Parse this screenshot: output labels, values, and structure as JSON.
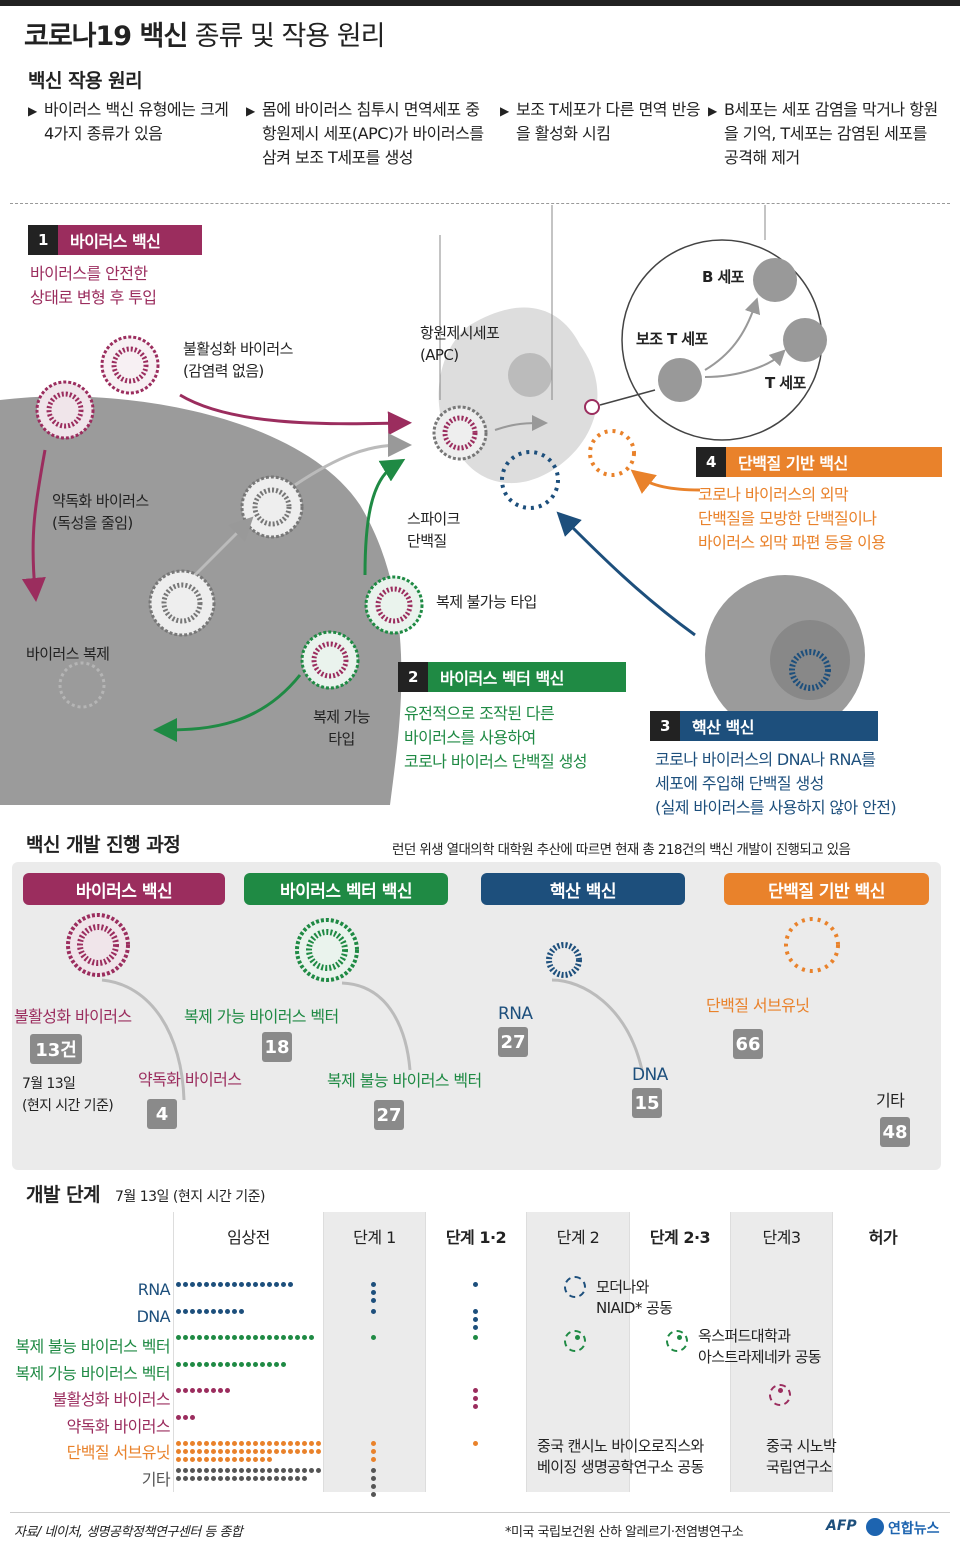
{
  "title_bold": "코로나19 백신",
  "title_rest": "종류 및 작용 원리",
  "principle_heading": "백신 작용 원리",
  "steps": [
    "바이러스 백신 유형에는 크게 4가지 종류가 있음",
    "몸에 바이러스 침투시 면역세포 중 항원제시 세포(APC)가 바이러스를 삼켜 보조 T세포를 생성",
    "보조 T세포가 다른 면역 반응을 활성화 시킴",
    "B세포는 세포 감염을 막거나 항원을 기억, T세포는 감염된 세포를 공격해 제거"
  ],
  "vaccines": [
    {
      "num": "1",
      "name": "바이러스 백신",
      "color": "#9b2d5e",
      "desc": [
        "바이러스를 안전한",
        "상태로 변형 후 투입"
      ]
    },
    {
      "num": "2",
      "name": "바이러스 벡터 백신",
      "color": "#1f8a44",
      "desc": [
        "유전적으로 조작된 다른",
        "바이러스를 사용하여",
        "코로나 바이러스 단백질 생성"
      ]
    },
    {
      "num": "3",
      "name": "핵산 백신",
      "color": "#1d4f7c",
      "desc": [
        "코로나 바이러스의 DNA나 RNA를",
        "세포에 주입해 단백질 생성",
        "(실제 바이러스를 사용하지 않아 안전)"
      ]
    },
    {
      "num": "4",
      "name": "단백질 기반 백신",
      "color": "#e9822b",
      "desc": [
        "코로나 바이러스의 외막",
        "단백질을 모방한 단백질이나",
        "바이러스 외막 파편 등을 이용"
      ]
    }
  ],
  "diagram_labels": {
    "inactivated": "불활성화 바이러스",
    "inactivated_sub": "(감염력 없음)",
    "attenuated": "약독화 바이러스",
    "attenuated_sub": "(독성을 줄임)",
    "replication": "바이러스 복제",
    "apc": "항원제시세포",
    "apc_sub": "(APC)",
    "spike": "스파이크",
    "spike_sub": "단백질",
    "b_cell": "B 세포",
    "helper_t": "보조 T 세포",
    "t_cell": "T 세포",
    "non_rep": "복제 불가능 타입",
    "rep": "복제 가능",
    "rep_sub": "타입"
  },
  "progress_heading": "백신 개발 진행 과정",
  "progress_note": "런던 위생 열대의학 대학원 추산에 따르면 현재 총 218건의 백신 개발이 진행되고 있음",
  "progress": {
    "virus": {
      "label": "바이러스 백신",
      "a_name": "불활성화 바이러스",
      "a_count": "13건",
      "b_name": "약독화 바이러스",
      "b_count": "4",
      "date": "7월 13일",
      "date_sub": "(현지 시간 기준)"
    },
    "vector": {
      "label": "바이러스 벡터 백신",
      "a_name": "복제 가능 바이러스 벡터",
      "a_count": "18",
      "b_name": "복제 불능 바이러스 벡터",
      "b_count": "27"
    },
    "nucleic": {
      "label": "핵산 백신",
      "a_name": "RNA",
      "a_count": "27",
      "b_name": "DNA",
      "b_count": "15"
    },
    "protein": {
      "label": "단백질 기반 백신",
      "a_name": "단백질 서브유닛",
      "a_count": "66",
      "other_name": "기타",
      "other_count": "48"
    }
  },
  "stage_heading": "개발 단계",
  "stage_date": "7월 13일 (현지 시간 기준)",
  "stages": [
    "임상전",
    "단계 1",
    "단계 1·2",
    "단계 2",
    "단계 2·3",
    "단계3",
    "허가"
  ],
  "rows": [
    {
      "label": "RNA",
      "color": "#1d4f7c",
      "counts": [
        17,
        3,
        1,
        0,
        0,
        0,
        0
      ]
    },
    {
      "label": "DNA",
      "color": "#1d4f7c",
      "counts": [
        10,
        1,
        3,
        0,
        0,
        0,
        0
      ]
    },
    {
      "label": "복제 불능 바이러스 벡터",
      "color": "#1f8a44",
      "counts": [
        20,
        1,
        1,
        1,
        1,
        0,
        0
      ]
    },
    {
      "label": "복제 가능 바이러스 벡터",
      "color": "#1f8a44",
      "counts": [
        16,
        0,
        0,
        0,
        0,
        0,
        0
      ]
    },
    {
      "label": "불활성화 바이러스",
      "color": "#9b2d5e",
      "counts": [
        8,
        0,
        3,
        0,
        0,
        1,
        0
      ]
    },
    {
      "label": "약독화 바이러스",
      "color": "#9b2d5e",
      "counts": [
        3,
        0,
        0,
        0,
        0,
        0,
        0
      ]
    },
    {
      "label": "단백질 서브유닛",
      "color": "#e9822b",
      "counts": [
        56,
        3,
        1,
        0,
        0,
        0,
        0
      ]
    },
    {
      "label": "기타",
      "color": "#555555",
      "counts": [
        40,
        4,
        0,
        0,
        0,
        0,
        0
      ]
    }
  ],
  "annotations": {
    "moderna": [
      "모더나와",
      "NIAID* 공동"
    ],
    "oxford": [
      "옥스퍼드대학과",
      "아스트라제네카 공동"
    ],
    "cansino": [
      "중국 캔시노 바이오로직스와",
      "베이징 생명공학연구소 공동"
    ],
    "sinovac": [
      "중국 시노박",
      "국립연구소"
    ]
  },
  "footer": {
    "source": "자료/ 네이처, 생명공학정책연구센터 등 종합",
    "footnote": "*미국 국립보건원 산하 알레르기·전염병연구소",
    "brand1": "AFP",
    "brand2": "연합뉴스"
  }
}
